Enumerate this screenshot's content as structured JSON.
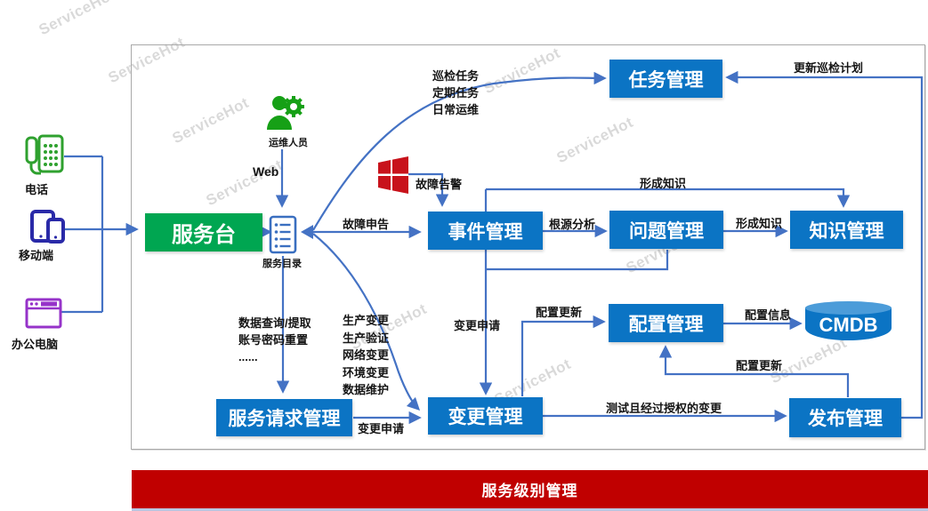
{
  "watermark": {
    "text": "ServiceHot"
  },
  "channels": {
    "phone": {
      "label": "电话"
    },
    "mobile": {
      "label": "移动端"
    },
    "computer": {
      "label": "办公电脑"
    }
  },
  "nodes": {
    "service_desk": "服务台",
    "service_catalog": "服务目录",
    "ops_staff": "运维人员",
    "web": "Web",
    "task_mgmt": "任务管理",
    "incident_mgmt": "事件管理",
    "problem_mgmt": "问题管理",
    "knowledge_mgmt": "知识管理",
    "config_mgmt": "配置管理",
    "change_mgmt": "变更管理",
    "release_mgmt": "发布管理",
    "request_mgmt": "服务请求管理",
    "cmdb": "CMDB",
    "service_level": "服务级别管理"
  },
  "flows": {
    "task_list": [
      "巡检任务",
      "定期任务",
      "日常运维"
    ],
    "update_inspection_plan": "更新巡检计划",
    "fault_alarm": "故障告警",
    "fault_report": "故障申告",
    "root_cause": "根源分析",
    "form_knowledge_top": "形成知识",
    "form_knowledge": "形成知识",
    "change_request_mid": "变更申请",
    "config_update_left": "配置更新",
    "config_info": "配置信息",
    "config_update_bottom": "配置更新",
    "tested_authorized_change": "测试且经过授权的变更",
    "change_request_bottom": "变更申请",
    "request_list": [
      "数据查询/提取",
      "账号密码重置",
      "......"
    ],
    "change_list": [
      "生产变更",
      "生产验证",
      "网络变更",
      "环境变更",
      "数据维护"
    ]
  },
  "colors": {
    "node_blue": "#0b74c4",
    "desk_green": "#00a651",
    "line_blue": "#4472c4",
    "bar_red": "#c00000",
    "alarm_red": "#c8121b",
    "phone_green": "#2fa12f",
    "ops_green": "#16a016",
    "mobile_navy": "#2a2aa8",
    "computer_purple": "#9633c9",
    "cmdb_blue": "#0b74c4"
  }
}
